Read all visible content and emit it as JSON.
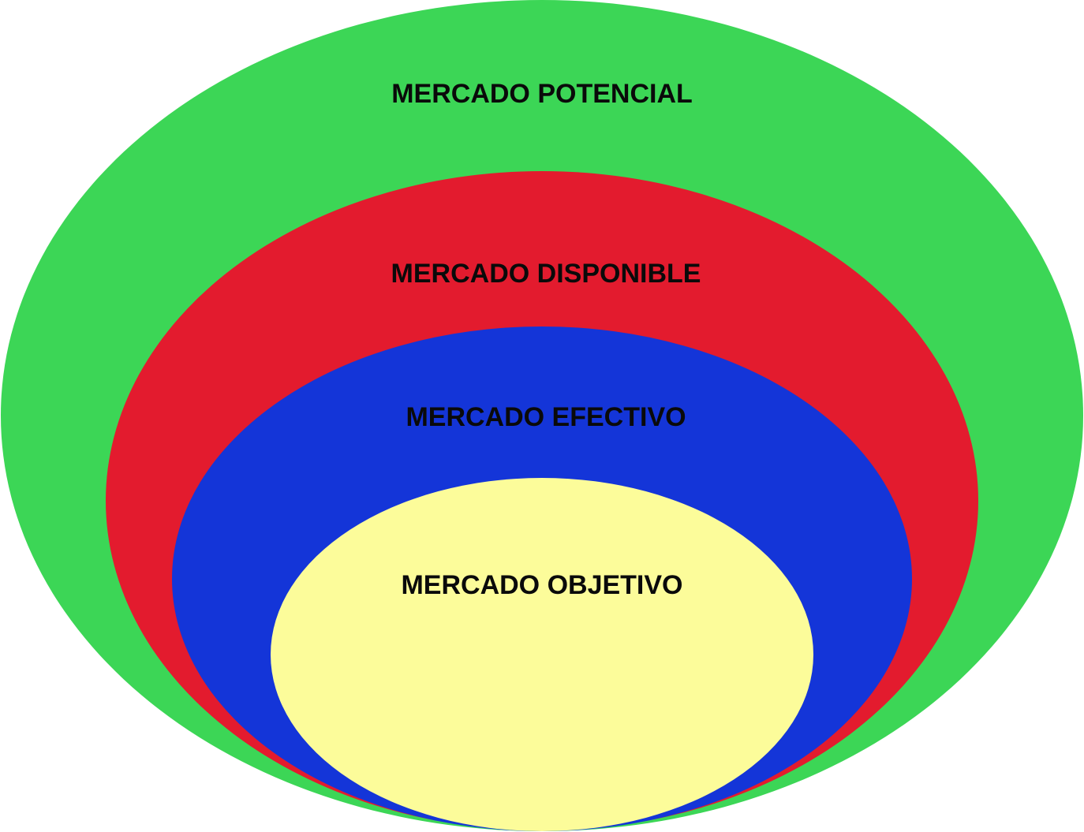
{
  "diagram": {
    "type": "nested-ellipses",
    "layers": [
      {
        "id": "potencial",
        "label": "MERCADO POTENCIAL",
        "color": "#3cd656"
      },
      {
        "id": "disponible",
        "label": "MERCADO DISPONIBLE",
        "color": "#e31b2e"
      },
      {
        "id": "efectivo",
        "label": "MERCADO EFECTIVO",
        "color": "#1435d8"
      },
      {
        "id": "objetivo",
        "label": "MERCADO OBJETIVO",
        "color": "#fcfc9a"
      }
    ]
  }
}
